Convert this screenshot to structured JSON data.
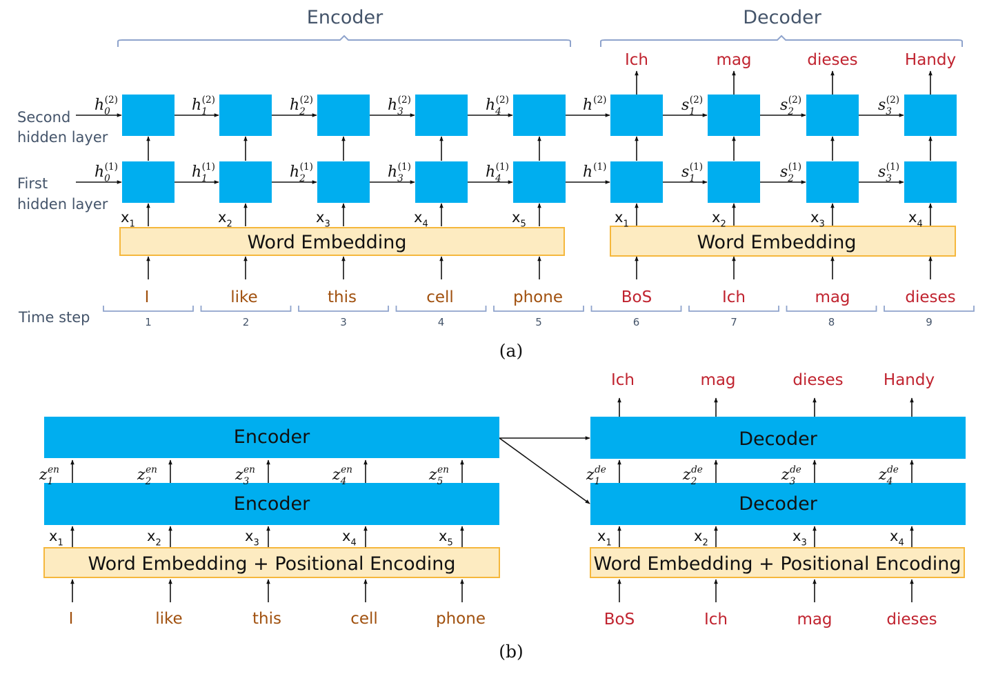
{
  "colors": {
    "cell": "#00AEEF",
    "embed_fill": "#FDEBC1",
    "embed_stroke": "#F5B73C",
    "header": "#44546A",
    "output_red": "#C0232F",
    "input_brown": "#A0500E",
    "arrow": "#111111"
  },
  "part_a": {
    "encoder_title": "Encoder",
    "decoder_title": "Decoder",
    "second_layer_label": [
      "Second",
      "hidden layer"
    ],
    "first_layer_label": [
      "First",
      "hidden layer"
    ],
    "time_step_label": "Time step",
    "hidden_enc_base": "h",
    "hidden_enc_subs": [
      "0",
      "1",
      "2",
      "3",
      "4"
    ],
    "hidden_ctx_base": "h",
    "hidden_dec_base": "s",
    "hidden_dec_subs": [
      "1",
      "2",
      "3"
    ],
    "sup_second": "(2)",
    "sup_first": "(1)",
    "enc_x": [
      {
        "base": "x",
        "sub": "1"
      },
      {
        "base": "x",
        "sub": "2"
      },
      {
        "base": "x",
        "sub": "3"
      },
      {
        "base": "x",
        "sub": "4"
      },
      {
        "base": "x",
        "sub": "5"
      }
    ],
    "dec_x": [
      {
        "base": "x",
        "sub": "1"
      },
      {
        "base": "x",
        "sub": "2"
      },
      {
        "base": "x",
        "sub": "3"
      },
      {
        "base": "x",
        "sub": "4"
      }
    ],
    "enc_embedding": "Word Embedding",
    "dec_embedding": "Word Embedding",
    "enc_inputs": [
      "I",
      "like",
      "this",
      "cell",
      "phone"
    ],
    "dec_inputs": [
      "BoS",
      "Ich",
      "mag",
      "dieses"
    ],
    "dec_outputs": [
      "Ich",
      "mag",
      "dieses",
      "Handy"
    ],
    "time_steps": [
      "1",
      "2",
      "3",
      "4",
      "5",
      "6",
      "7",
      "8",
      "9"
    ],
    "caption": "(a)"
  },
  "part_b": {
    "enc_top": "Encoder",
    "enc_bottom": "Encoder",
    "dec_top": "Decoder",
    "dec_bottom": "Decoder",
    "z_base": "z",
    "z_enc_sup": "en",
    "z_dec_sup": "de",
    "z_enc_subs": [
      "1",
      "2",
      "3",
      "4",
      "5"
    ],
    "z_dec_subs": [
      "1",
      "2",
      "3",
      "4"
    ],
    "enc_x": [
      {
        "base": "x",
        "sub": "1"
      },
      {
        "base": "x",
        "sub": "2"
      },
      {
        "base": "x",
        "sub": "3"
      },
      {
        "base": "x",
        "sub": "4"
      },
      {
        "base": "x",
        "sub": "5"
      }
    ],
    "dec_x": [
      {
        "base": "x",
        "sub": "1"
      },
      {
        "base": "x",
        "sub": "2"
      },
      {
        "base": "x",
        "sub": "3"
      },
      {
        "base": "x",
        "sub": "4"
      }
    ],
    "enc_embedding": "Word Embedding + Positional Encoding",
    "dec_embedding": "Word Embedding + Positional Encoding",
    "enc_inputs": [
      "I",
      "like",
      "this",
      "cell",
      "phone"
    ],
    "dec_inputs": [
      "BoS",
      "Ich",
      "mag",
      "dieses"
    ],
    "dec_outputs": [
      "Ich",
      "mag",
      "dieses",
      "Handy"
    ],
    "caption": "(b)"
  }
}
